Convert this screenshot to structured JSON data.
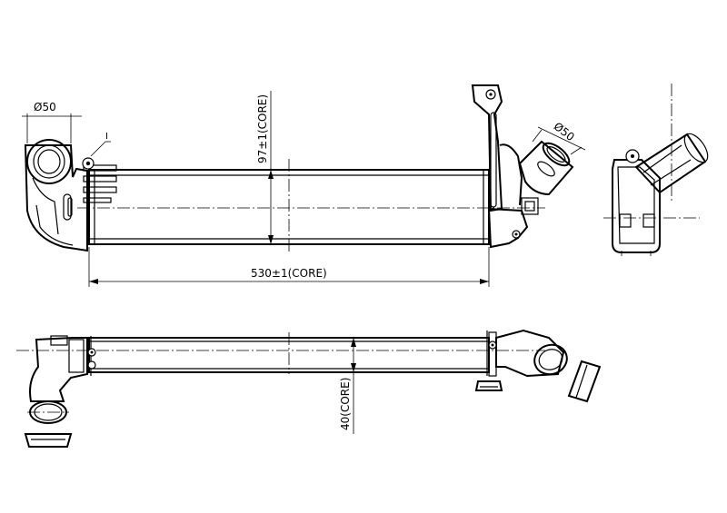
{
  "dimensions": {
    "core_height": "97±1(CORE)",
    "core_width": "530±1(CORE)",
    "core_depth": "40(CORE)",
    "left_pipe_diameter": "Ø50",
    "right_pipe_diameter": "Ø50",
    "detail_marker": "I"
  },
  "views": [
    "front-view",
    "side-view",
    "top-view"
  ]
}
